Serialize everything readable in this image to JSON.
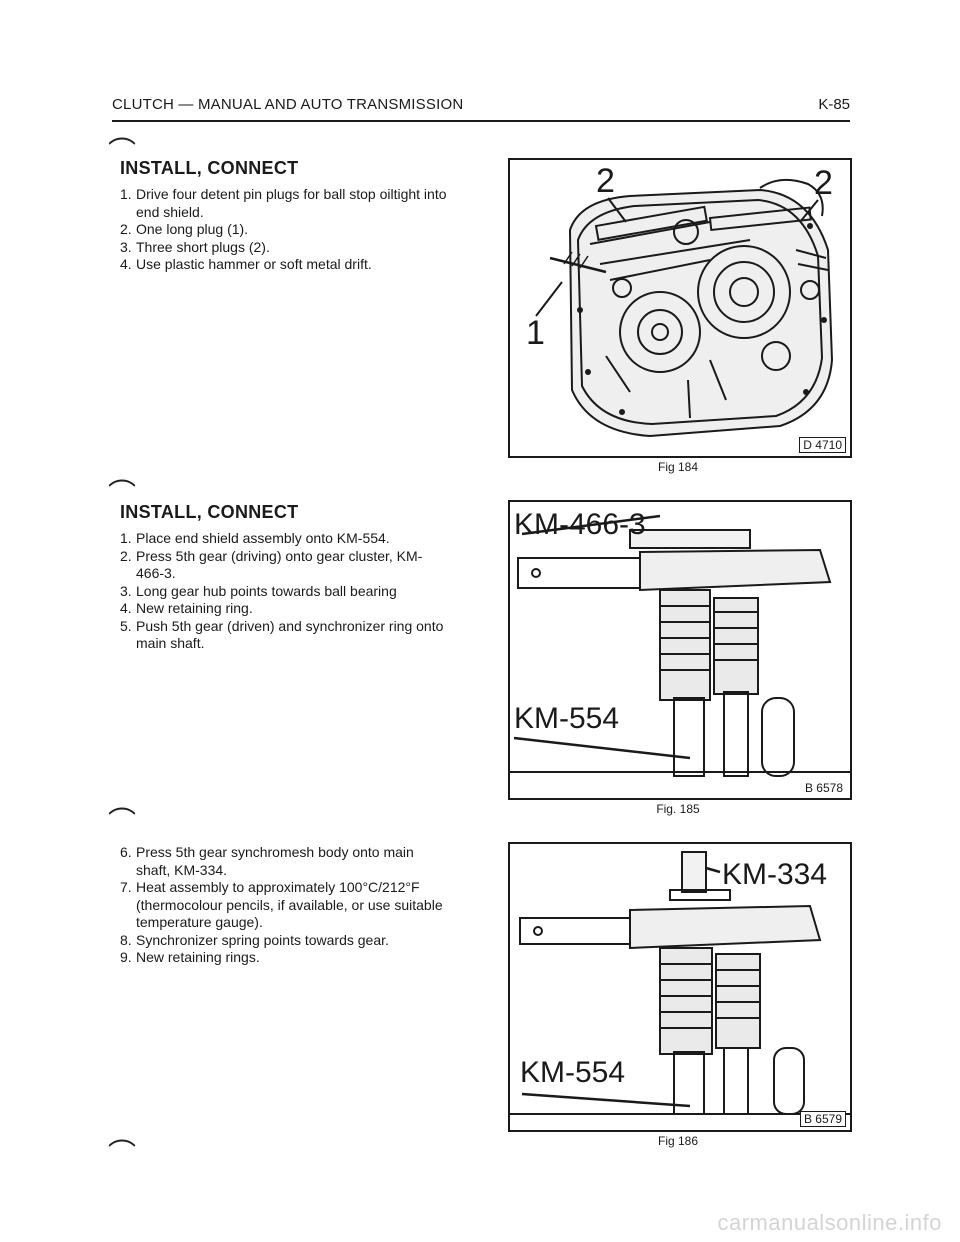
{
  "header": {
    "title": "CLUTCH — MANUAL AND AUTO TRANSMISSION",
    "page": "K-85"
  },
  "sections": [
    {
      "title": "INSTALL, CONNECT",
      "steps": [
        {
          "num": "1.",
          "text": "Drive four detent pin plugs for ball stop oiltight into end shield."
        },
        {
          "num": "2.",
          "text": "One long plug (1)."
        },
        {
          "num": "3.",
          "text": "Three short plugs (2)."
        },
        {
          "num": "4.",
          "text": "Use plastic hammer or soft metal drift."
        }
      ]
    },
    {
      "title": "INSTALL, CONNECT",
      "steps": [
        {
          "num": "1.",
          "text": "Place end shield assembly onto KM-554."
        },
        {
          "num": "2.",
          "text": "Press 5th gear (driving) onto gear cluster, KM-466-3."
        },
        {
          "num": "3.",
          "text": "Long gear hub points towards ball bearing"
        },
        {
          "num": "4.",
          "text": "New retaining ring."
        },
        {
          "num": "5.",
          "text": "Push 5th gear (driven) and synchronizer ring onto main shaft."
        }
      ]
    },
    {
      "title": "",
      "steps": [
        {
          "num": "6.",
          "text": "Press 5th gear synchromesh body onto main shaft, KM-334."
        },
        {
          "num": "7.",
          "text": "Heat assembly to approximately 100°C/212°F (thermocolour pencils, if available, or use suitable temperature gauge)."
        },
        {
          "num": "8.",
          "text": "Synchronizer spring points towards gear."
        },
        {
          "num": "9.",
          "text": "New retaining rings."
        }
      ]
    }
  ],
  "figures": [
    {
      "caption": "Fig 184",
      "code": "D 4710",
      "labels": {
        "a": "2",
        "b": "2",
        "c": "1"
      }
    },
    {
      "caption": "Fig. 185",
      "code": "B 6578",
      "labels": {
        "a": "KM-466-3",
        "b": "KM-554"
      }
    },
    {
      "caption": "Fig 186",
      "code": "B 6579",
      "labels": {
        "a": "KM-334",
        "b": "KM-554"
      }
    }
  ],
  "watermark": "carmanualsonline.info"
}
